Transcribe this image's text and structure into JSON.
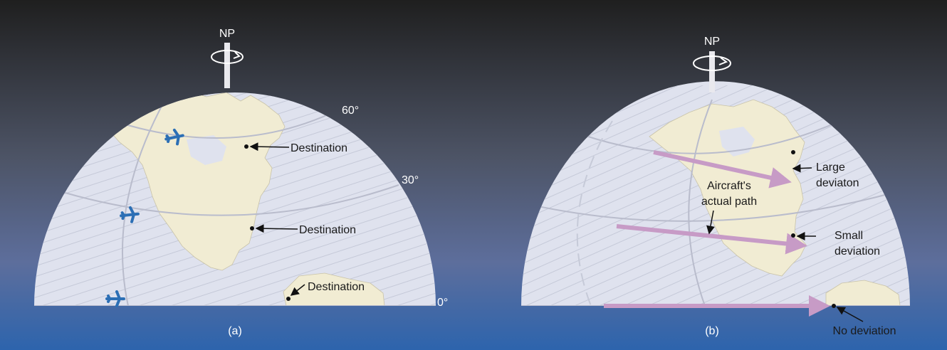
{
  "panel_a": {
    "pole_label": "NP",
    "lat_60_label": "60°",
    "lat_30_label": "30°",
    "lat_0_label": "0°",
    "destinations": [
      "Destination",
      "Destination",
      "Destination"
    ],
    "caption": "(a)",
    "plane_icon": "airplane-icon",
    "plane_color": "#2c6fb5"
  },
  "panel_b": {
    "pole_label": "NP",
    "path_label_line1": "Aircraft's",
    "path_label_line2": "actual path",
    "large_line1": "Large",
    "large_line2": "deviaton",
    "small_line1": "Small",
    "small_line2": "deviation",
    "none_label": "No deviation",
    "caption": "(b)",
    "arrow_color": "#c79bc6"
  },
  "colors": {
    "sky_top": "#202020",
    "sky_bottom": "#2f65ae",
    "globe_fill": "#dfe2ee",
    "land_fill": "#f1ecd3"
  }
}
